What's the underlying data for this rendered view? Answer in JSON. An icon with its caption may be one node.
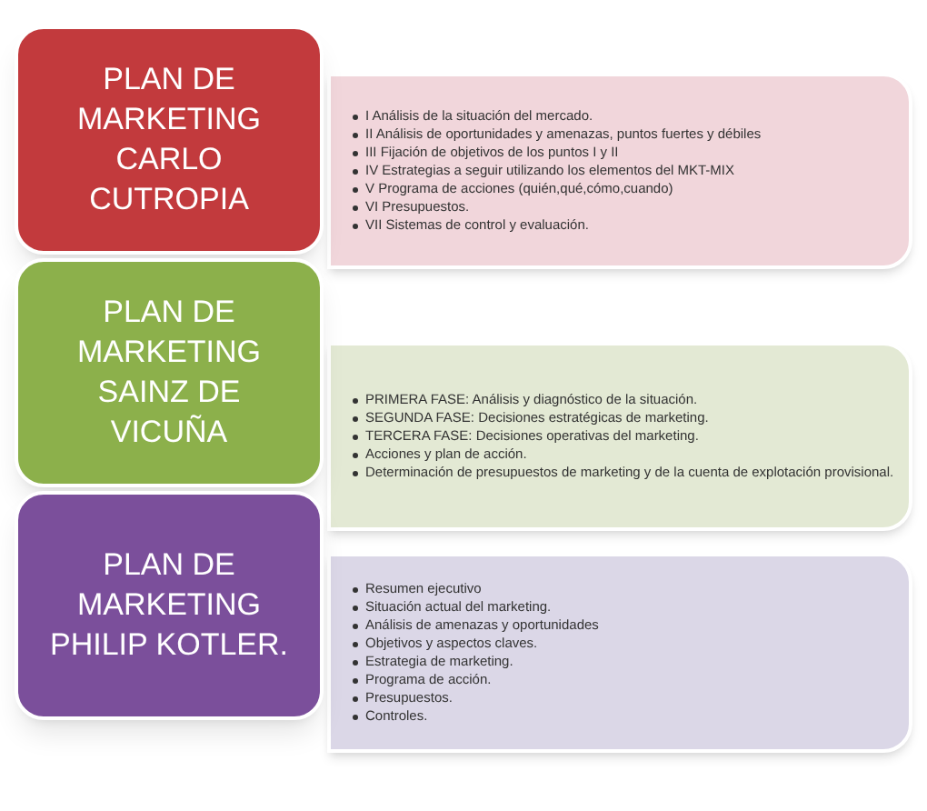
{
  "diagram": {
    "nodes": [
      {
        "text": [
          "PLAN DE MARKETING CARLO CUTROPIA"
        ]
      },
      {
        "text": [
          "I Análisis de la situación del mercado.",
          "II Análisis de oportunidades y amenazas, puntos fuertes y débiles",
          "III Fijación de objetivos de los puntos I y II",
          "IV Estrategias a seguir utilizando los elementos del MKT-MIX",
          "V Programa de acciones (quién,qué,cómo,cuando)",
          "VI Presupuestos.",
          "VII Sistemas de control y evaluación."
        ]
      },
      {
        "text": [
          "PLAN DE MARKETING SAINZ DE VICUÑA"
        ]
      },
      {
        "text": [
          "PRIMERA FASE: Análisis y diagnóstico de la situación.",
          "SEGUNDA FASE: Decisiones estratégicas de marketing.",
          "TERCERA FASE: Decisiones operativas del marketing.",
          "Acciones y plan de acción.",
          "Determinación de presupuestos de marketing y de la cuenta de explotación provisional."
        ]
      },
      {
        "text": [
          "PLAN DE MARKETING PHILIP KOTLER."
        ]
      },
      {
        "text": [
          "Resumen ejecutivo",
          "Situación actual del marketing.",
          "Análisis de amenazas y oportunidades",
          "Objetivos y aspectos claves.",
          "Estrategia de marketing.",
          "Programa de acción.",
          "Presupuestos.",
          "Controles."
        ]
      }
    ]
  }
}
